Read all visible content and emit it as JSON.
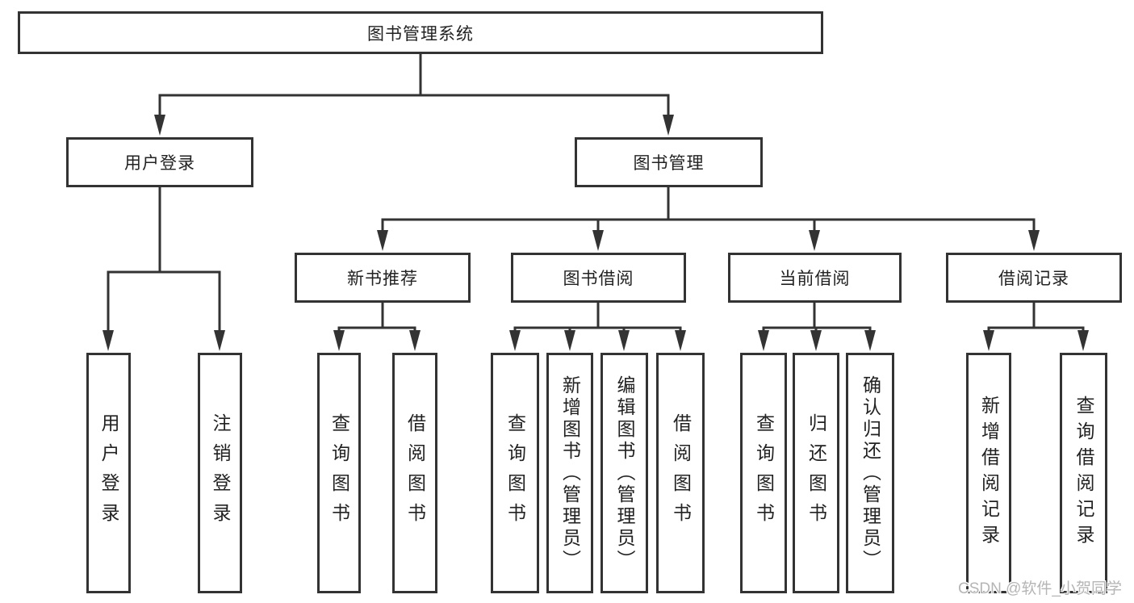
{
  "diagram": {
    "root": {
      "label": "图书管理系统"
    },
    "level1": [
      {
        "label": "用户登录",
        "children": [
          {
            "label": "用户登录"
          },
          {
            "label": "注销登录"
          }
        ]
      },
      {
        "label": "图书管理",
        "children": [
          {
            "label": "新书推荐",
            "children": [
              {
                "label": "查询图书"
              },
              {
                "label": "借阅图书"
              }
            ]
          },
          {
            "label": "图书借阅",
            "children": [
              {
                "label": "查询图书"
              },
              {
                "label": "新增图书（管理员）"
              },
              {
                "label": "编辑图书（管理员）"
              },
              {
                "label": "借阅图书"
              }
            ]
          },
          {
            "label": "当前借阅",
            "children": [
              {
                "label": "查询图书"
              },
              {
                "label": "归还图书"
              },
              {
                "label": "确认归还（管理员）"
              }
            ]
          },
          {
            "label": "借阅记录",
            "children": [
              {
                "label": "新增借阅记录"
              },
              {
                "label": "查询借阅记录"
              }
            ]
          }
        ]
      }
    ]
  },
  "watermark": {
    "text": "CSDN @软件_小贺同学"
  },
  "colors": {
    "line": "#333333",
    "box_border": "#333333",
    "text": "#222222",
    "watermark": "#b5b5b5",
    "background": "#ffffff"
  }
}
